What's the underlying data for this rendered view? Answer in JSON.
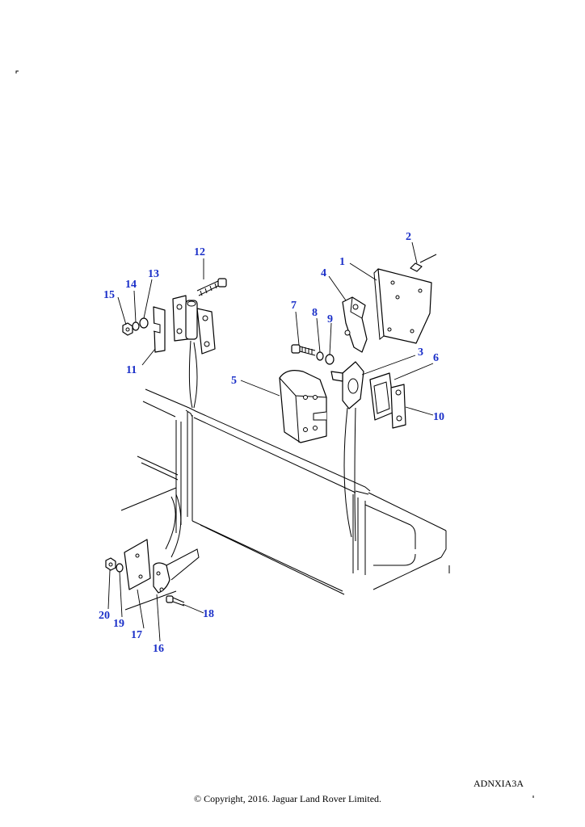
{
  "diagram": {
    "reference_code": "ADNXIA3A",
    "copyright": "© Copyright, 2016. Jaguar Land Rover Limited.",
    "callouts": [
      {
        "id": "c1",
        "label": "1"
      },
      {
        "id": "c2",
        "label": "2"
      },
      {
        "id": "c3",
        "label": "3"
      },
      {
        "id": "c4",
        "label": "4"
      },
      {
        "id": "c5",
        "label": "5"
      },
      {
        "id": "c6",
        "label": "6"
      },
      {
        "id": "c7",
        "label": "7"
      },
      {
        "id": "c8",
        "label": "8"
      },
      {
        "id": "c9",
        "label": "9"
      },
      {
        "id": "c10",
        "label": "10"
      },
      {
        "id": "c11",
        "label": "11"
      },
      {
        "id": "c12",
        "label": "12"
      },
      {
        "id": "c13",
        "label": "13"
      },
      {
        "id": "c14",
        "label": "14"
      },
      {
        "id": "c15",
        "label": "15"
      },
      {
        "id": "c16",
        "label": "16"
      },
      {
        "id": "c17",
        "label": "17"
      },
      {
        "id": "c18",
        "label": "18"
      },
      {
        "id": "c19",
        "label": "19"
      },
      {
        "id": "c20",
        "label": "20"
      }
    ],
    "callout_color": "#1a2fc8"
  }
}
